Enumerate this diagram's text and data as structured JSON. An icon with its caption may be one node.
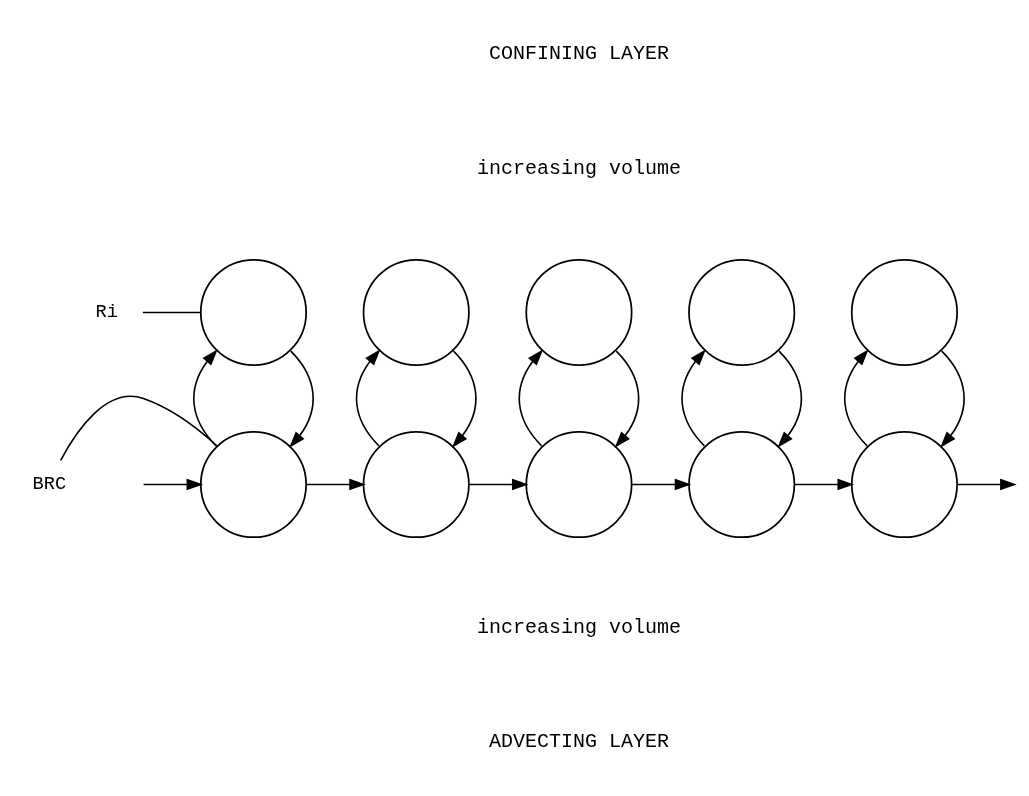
{
  "diagram": {
    "nodes": [
      {
        "text": [],
        "shape": "circle"
      },
      {
        "text": [],
        "shape": "circle"
      },
      {
        "text": [],
        "shape": "circle"
      },
      {
        "text": [],
        "shape": "circle"
      },
      {
        "text": [],
        "shape": "circle"
      },
      {
        "text": [],
        "shape": "circle"
      },
      {
        "text": [],
        "shape": "circle"
      },
      {
        "text": [],
        "shape": "circle"
      },
      {
        "text": [],
        "shape": "circle"
      },
      {
        "text": [],
        "shape": "circle"
      },
      {
        "text": [
          "Ri"
        ]
      },
      {
        "text": [
          "BRC"
        ]
      }
    ],
    "edges": [
      {
        "from": 10,
        "to": 0,
        "arrow": "none"
      },
      {
        "from": 11,
        "to": 5,
        "arrow": "none"
      },
      {
        "from": 5,
        "to": 0,
        "arrow": "to"
      },
      {
        "from": 0,
        "to": 5,
        "arrow": "to"
      },
      {
        "from": 6,
        "to": 1,
        "arrow": "to"
      },
      {
        "from": 1,
        "to": 6,
        "arrow": "to"
      },
      {
        "from": 7,
        "to": 2,
        "arrow": "to"
      },
      {
        "from": 2,
        "to": 7,
        "arrow": "to"
      },
      {
        "from": 8,
        "to": 3,
        "arrow": "to"
      },
      {
        "from": 3,
        "to": 8,
        "arrow": "to"
      },
      {
        "from": 9,
        "to": 4,
        "arrow": "to"
      },
      {
        "from": 4,
        "to": 9,
        "arrow": "to"
      },
      {
        "from": null,
        "to": 5,
        "arrow": "to"
      },
      {
        "from": 5,
        "to": 6,
        "arrow": "to"
      },
      {
        "from": 6,
        "to": 7,
        "arrow": "to"
      },
      {
        "from": 7,
        "to": 8,
        "arrow": "to"
      },
      {
        "from": 8,
        "to": 9,
        "arrow": "to"
      },
      {
        "from": 9,
        "to": null,
        "arrow": "to"
      }
    ],
    "labels": [
      "CONFINING LAYER",
      "increasing volume",
      "increasing volume",
      "ADVECTING LAYER"
    ]
  }
}
